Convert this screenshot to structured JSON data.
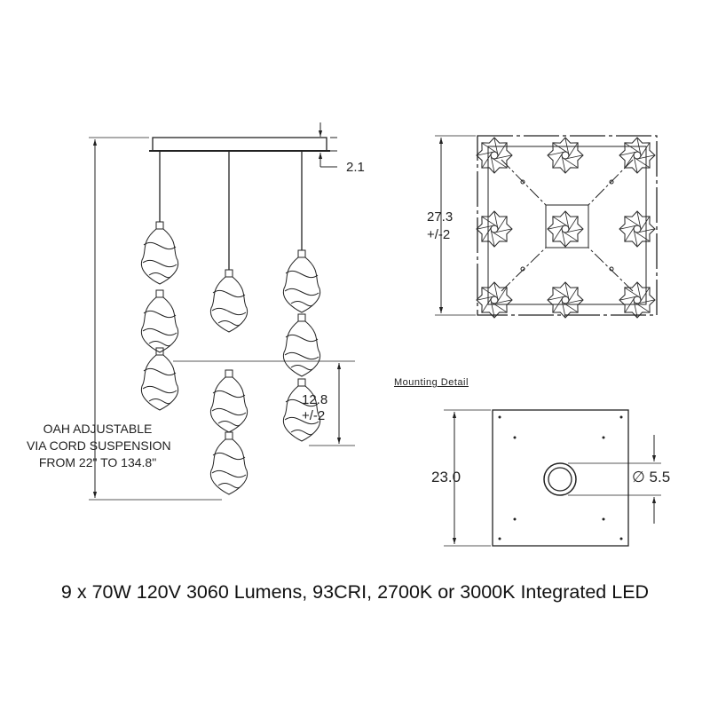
{
  "front_view": {
    "canopy_height": "2.1",
    "pendant_spacing": "12.8",
    "pendant_spacing_tol": "+/-2",
    "oah_lines": [
      "OAH ADJUSTABLE",
      "VIA CORD SUSPENSION",
      "FROM 22\" TO 134.8\""
    ]
  },
  "top_view": {
    "width": "27.3",
    "width_tol": "+/-2"
  },
  "mounting_detail": {
    "title": "Mounting  Detail",
    "plate_size": "23.0",
    "hole_diameter": "∅ 5.5"
  },
  "caption": "9 x 70W 120V 3060 Lumens, 93CRI, 2700K or 3000K Integrated LED"
}
